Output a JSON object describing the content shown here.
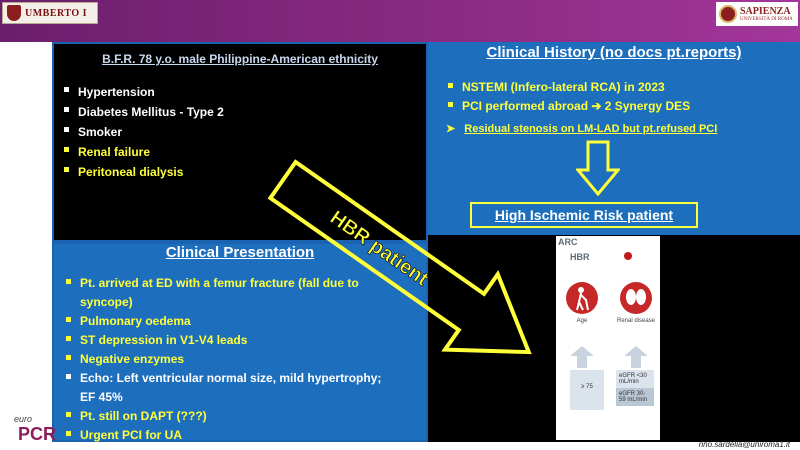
{
  "header": {
    "left_logo_text": "UMBERTO I",
    "right_logo_name": "SAPIENZA",
    "right_logo_sub": "UNIVERSITÀ DI ROMA"
  },
  "patient": {
    "title": "B.F.R. 78 y.o. male Philippine-American ethnicity",
    "items": [
      {
        "text": "Hypertension",
        "highlight": false
      },
      {
        "text": "Diabetes Mellitus - Type 2",
        "highlight": false
      },
      {
        "text": "Smoker",
        "highlight": false
      },
      {
        "text": "Renal failure",
        "highlight": true
      },
      {
        "text": "Peritoneal dialysis",
        "highlight": true
      }
    ]
  },
  "history": {
    "title": "Clinical History (no docs pt.reports)",
    "items": [
      "NSTEMI (Infero-lateral RCA) in 2023",
      "PCI performed abroad ➔ 2 Synergy DES"
    ],
    "sub_item": "Residual stenosis on LM-LAD but pt.refused PCI",
    "conclusion": "High Ischemic Risk patient"
  },
  "presentation": {
    "title": "Clinical Presentation",
    "items": [
      {
        "text": "Pt. arrived at ED with a femur fracture (fall due to syncope)",
        "white": false
      },
      {
        "text": "Pulmonary oedema",
        "white": false
      },
      {
        "text": "ST depression in V1-V4 leads",
        "white": false
      },
      {
        "text": " Negative enzymes",
        "white": false
      },
      {
        "text": "Echo: Left ventricular normal size, mild hypertrophy; EF 45%",
        "white": true
      },
      {
        "text": "Pt. still on DAPT (???)",
        "white": false
      },
      {
        "text": "Urgent PCI for UA",
        "white": false
      }
    ]
  },
  "hbr_arrow_label": "HBR patient",
  "arc_card": {
    "arc": "ARC",
    "hbr": "HBR",
    "age_label": "Age",
    "renal_label": "Renal disease",
    "age_value": "≥ 75",
    "renal_line1": "eGFR <30 mL/min",
    "renal_line2": "eGFR 30-59 mL/min"
  },
  "footer": {
    "euro": "euro",
    "pcr": "PCR",
    "email": "rino.sardella@uniroma1.it"
  },
  "colors": {
    "header": "#8a2a82",
    "panel_blue": "#1d6fbd",
    "highlight_yellow": "#ffff3a"
  }
}
